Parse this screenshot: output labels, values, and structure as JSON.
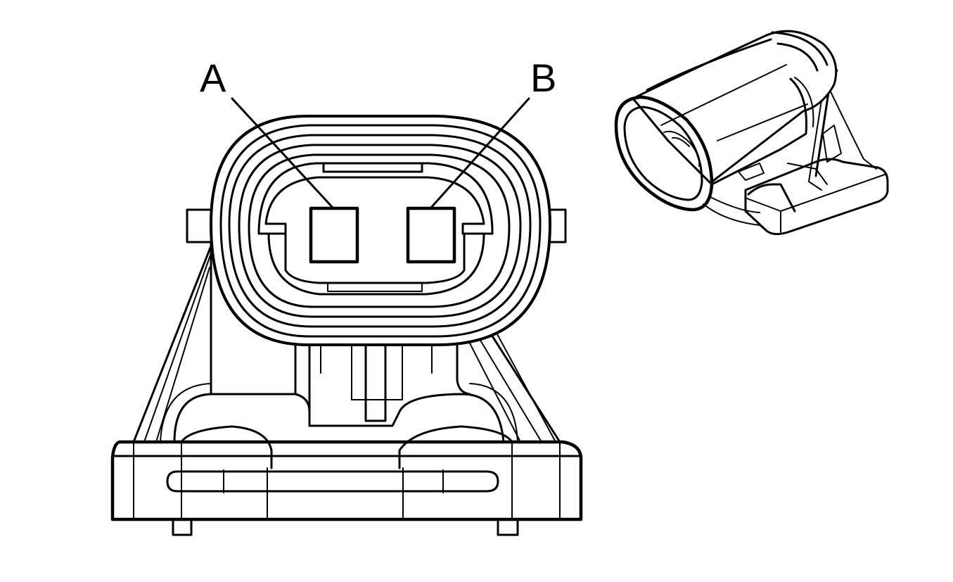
{
  "diagram": {
    "callouts": [
      {
        "id": "A",
        "label": "A"
      },
      {
        "id": "B",
        "label": "B"
      }
    ],
    "colors": {
      "line": "#000000",
      "background": "#ffffff"
    }
  }
}
